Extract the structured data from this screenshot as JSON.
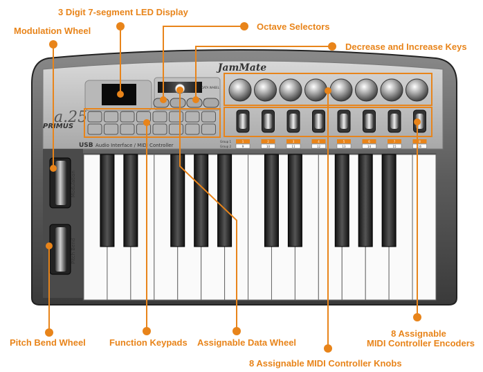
{
  "callouts": {
    "led_display": "3 Digit 7-segment LED Display",
    "modulation_wheel": "Modulation Wheel",
    "octave_selectors": "Octave Selectors",
    "dec_inc_keys": "Decrease and Increase Keys",
    "pitch_bend_wheel": "Pitch Bend Wheel",
    "function_keypads": "Function Keypads",
    "data_wheel": "Assignable Data Wheel",
    "encoders_line1": "8 Assignable",
    "encoders_line2": "MIDI Controller Encoders",
    "knobs": "8 Assignable MIDI Controller Knobs"
  },
  "device": {
    "brand": "JamMate",
    "model": "a.25",
    "series": "PRIMUS",
    "subtitle": "Audio Interface / MIDI Controller",
    "usb": "USB",
    "mod_label": "Modulation",
    "pitch_label": "Pitch Bend",
    "data_wheel_label": "DATA WHEEL",
    "select_label": "SELECT",
    "group1": "Group 1",
    "group2": "Group 2",
    "group_row1": [
      "1",
      "2",
      "3",
      "4",
      "5",
      "6",
      "7",
      "8"
    ],
    "group_row2": [
      "9",
      "10",
      "11",
      "12",
      "13",
      "14",
      "15",
      "16"
    ]
  },
  "colors": {
    "accent": "#e8841a",
    "body": "#5a5a5a",
    "panel": "#c8c8c8"
  }
}
